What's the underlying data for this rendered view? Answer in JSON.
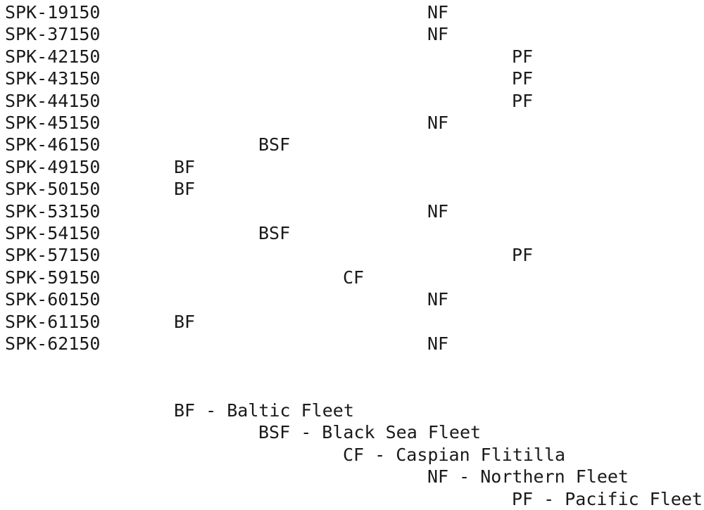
{
  "entries": [
    {
      "code": "SPK-19150",
      "fleet": "NF"
    },
    {
      "code": "SPK-37150",
      "fleet": "NF"
    },
    {
      "code": "SPK-42150",
      "fleet": "PF"
    },
    {
      "code": "SPK-43150",
      "fleet": "PF"
    },
    {
      "code": "SPK-44150",
      "fleet": "PF"
    },
    {
      "code": "SPK-45150",
      "fleet": "NF"
    },
    {
      "code": "SPK-46150",
      "fleet": "BSF"
    },
    {
      "code": "SPK-49150",
      "fleet": "BF"
    },
    {
      "code": "SPK-50150",
      "fleet": "BF"
    },
    {
      "code": "SPK-53150",
      "fleet": "NF"
    },
    {
      "code": "SPK-54150",
      "fleet": "BSF"
    },
    {
      "code": "SPK-57150",
      "fleet": "PF"
    },
    {
      "code": "SPK-59150",
      "fleet": "CF"
    },
    {
      "code": "SPK-60150",
      "fleet": "NF"
    },
    {
      "code": "SPK-61150",
      "fleet": "BF"
    },
    {
      "code": "SPK-62150",
      "fleet": "NF"
    }
  ],
  "legend": [
    {
      "abbr": "BF",
      "text": "BF - Baltic Fleet"
    },
    {
      "abbr": "BSF",
      "text": "BSF - Black Sea Fleet"
    },
    {
      "abbr": "CF",
      "text": "CF - Caspian Flitilla"
    },
    {
      "abbr": "NF",
      "text": "NF - Northern Fleet"
    },
    {
      "abbr": "PF",
      "text": "PF - Pacific Fleet"
    }
  ],
  "colors": {
    "text": "#1a1a1a",
    "background": "#ffffff"
  }
}
